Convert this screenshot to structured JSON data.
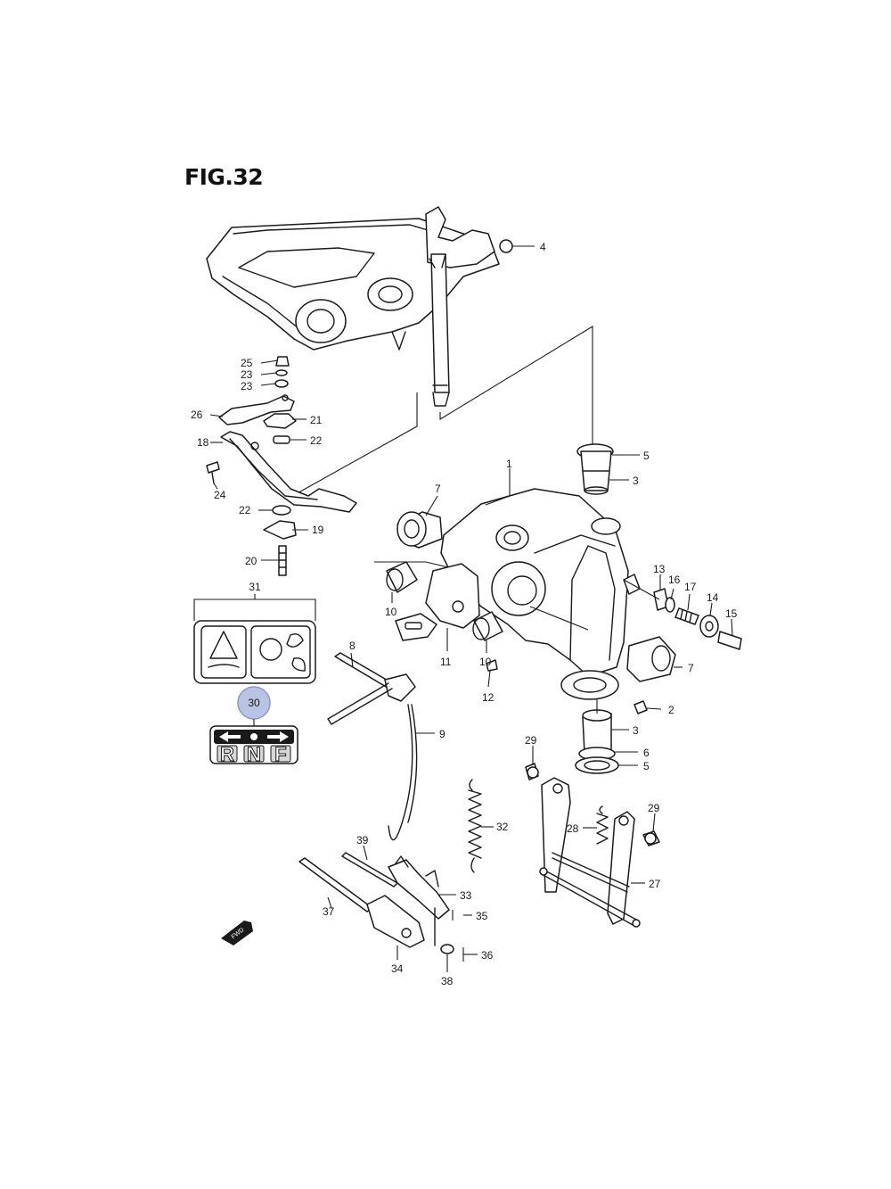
{
  "figure": {
    "title": "FIG.32"
  },
  "highlight": {
    "part": "30",
    "color": "#b9c3e3",
    "stroke": "#8c99c9"
  },
  "callouts": [
    {
      "id": "1",
      "text": "1"
    },
    {
      "id": "2",
      "text": "2"
    },
    {
      "id": "3a",
      "text": "3"
    },
    {
      "id": "3b",
      "text": "3"
    },
    {
      "id": "4",
      "text": "4"
    },
    {
      "id": "5a",
      "text": "5"
    },
    {
      "id": "5b",
      "text": "5"
    },
    {
      "id": "6",
      "text": "6"
    },
    {
      "id": "7a",
      "text": "7"
    },
    {
      "id": "7b",
      "text": "7"
    },
    {
      "id": "8",
      "text": "8"
    },
    {
      "id": "9",
      "text": "9"
    },
    {
      "id": "10a",
      "text": "10"
    },
    {
      "id": "10b",
      "text": "10"
    },
    {
      "id": "11",
      "text": "11"
    },
    {
      "id": "12",
      "text": "12"
    },
    {
      "id": "13",
      "text": "13"
    },
    {
      "id": "14",
      "text": "14"
    },
    {
      "id": "15",
      "text": "15"
    },
    {
      "id": "16",
      "text": "16"
    },
    {
      "id": "17",
      "text": "17"
    },
    {
      "id": "18",
      "text": "18"
    },
    {
      "id": "19",
      "text": "19"
    },
    {
      "id": "20",
      "text": "20"
    },
    {
      "id": "21",
      "text": "21"
    },
    {
      "id": "22a",
      "text": "22"
    },
    {
      "id": "22b",
      "text": "22"
    },
    {
      "id": "23a",
      "text": "23"
    },
    {
      "id": "23b",
      "text": "23"
    },
    {
      "id": "24",
      "text": "24"
    },
    {
      "id": "25",
      "text": "25"
    },
    {
      "id": "26",
      "text": "26"
    },
    {
      "id": "27",
      "text": "27"
    },
    {
      "id": "28",
      "text": "28"
    },
    {
      "id": "29a",
      "text": "29"
    },
    {
      "id": "29b",
      "text": "29"
    },
    {
      "id": "30",
      "text": "30"
    },
    {
      "id": "31",
      "text": "31"
    },
    {
      "id": "32",
      "text": "32"
    },
    {
      "id": "33",
      "text": "33"
    },
    {
      "id": "34",
      "text": "34"
    },
    {
      "id": "35",
      "text": "35"
    },
    {
      "id": "36",
      "text": "36"
    },
    {
      "id": "37",
      "text": "37"
    },
    {
      "id": "38",
      "text": "38"
    },
    {
      "id": "39",
      "text": "39"
    }
  ],
  "shift_label": {
    "r": "R",
    "n": "N",
    "f": "F"
  },
  "fwd_badge": "FWD"
}
